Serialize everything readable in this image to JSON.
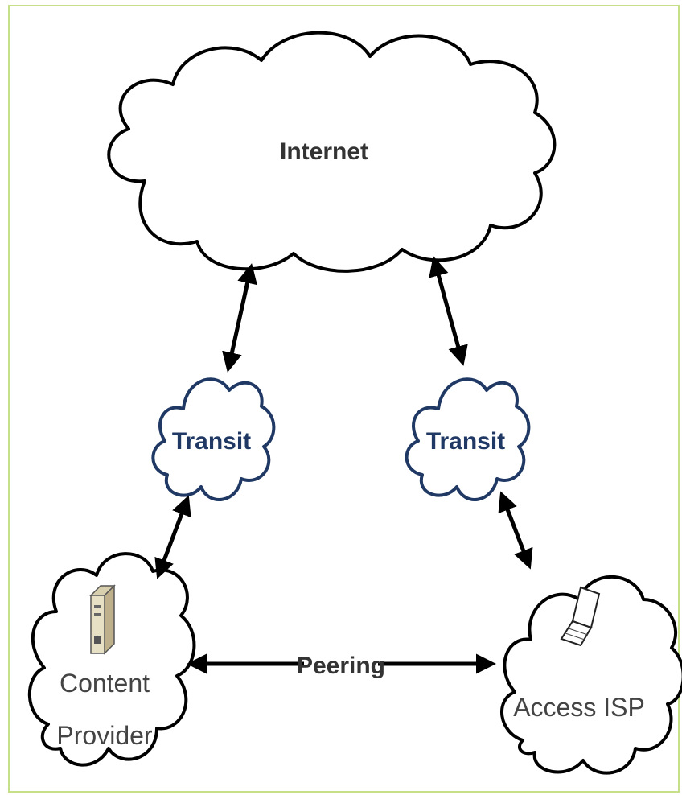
{
  "diagram": {
    "nodes": {
      "internet": {
        "label": "Internet"
      },
      "transit_left": {
        "label": "Transit"
      },
      "transit_right": {
        "label": "Transit"
      },
      "content_provider": {
        "label_line1": "Content",
        "label_line2": "Provider",
        "icon": "server-icon"
      },
      "access_isp": {
        "label": "Access ISP",
        "icon": "laptop-icon"
      }
    },
    "edges": {
      "peering": {
        "label": "Peering"
      }
    }
  },
  "colors": {
    "frame": "#c6e08a",
    "cloud_outline": "#000000",
    "transit_outline": "#1f3864",
    "text_dark": "#333333"
  }
}
